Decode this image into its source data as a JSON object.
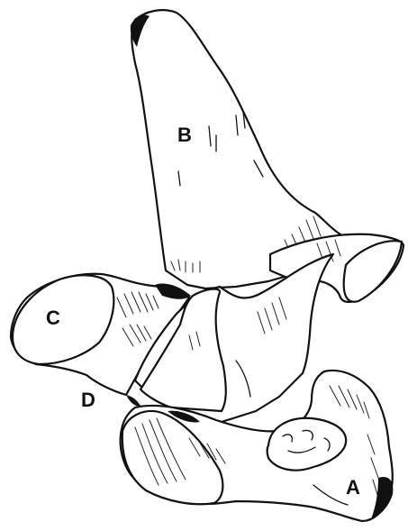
{
  "figure": {
    "labels": {
      "a": "A",
      "b": "B",
      "c": "C",
      "d": "D"
    },
    "ink_color": "#111111",
    "background_color": "#ffffff"
  }
}
